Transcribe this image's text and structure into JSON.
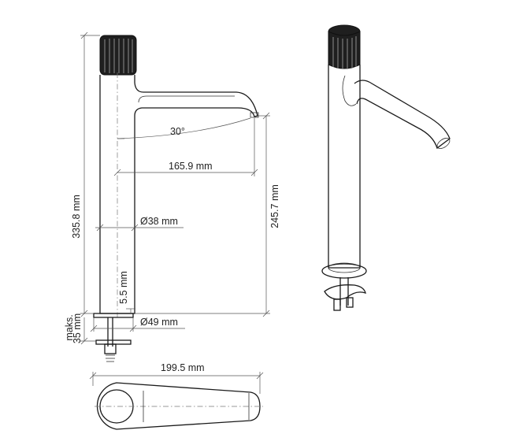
{
  "dimensions": {
    "angle": "30°",
    "spout_reach": "165.9 mm",
    "total_height": "335.8 mm",
    "body_diameter": "Ø38 mm",
    "spout_height": "245.7 mm",
    "wall_thickness": "5.5 mm",
    "max_label": "maks.",
    "max_counter": "35 mm",
    "base_diameter": "Ø49 mm",
    "total_length": "199.5 mm"
  },
  "colors": {
    "line": "#1a1a1a",
    "handle": "#1f1f1f",
    "background": "#ffffff"
  }
}
